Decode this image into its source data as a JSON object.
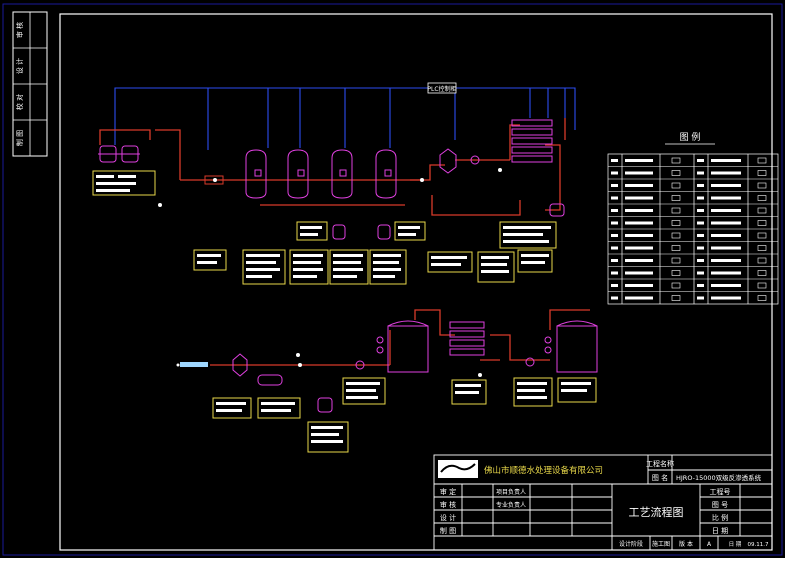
{
  "drawing": {
    "header_box_label": "PLC控制柜",
    "legend_title": "图 例",
    "title_block": {
      "company": "佛山市顺德水处理设备有限公司",
      "project_label": "工程名称",
      "drawing_label": "图 名",
      "drawing_value": "HJRO-15000双级反渗透系统",
      "drawing_title": "工艺流程图",
      "left_rows": [
        "审 定",
        "审 核",
        "设 计",
        "制 图"
      ],
      "mid_rows": [
        "项目负责人",
        "专业负责人"
      ],
      "right_rows": [
        "工程号",
        "图 号",
        "比 例",
        "日 期"
      ],
      "bottom_row": [
        "设计阶段",
        "施工图",
        "版 本",
        "A",
        "日 期",
        "09.11.7"
      ]
    },
    "side_stamp": [
      "审 核",
      "设 计",
      "校 对",
      "制 图"
    ]
  },
  "colors": {
    "background": "#000000",
    "frame": "#ffffff",
    "pipe_main": "#d83a2a",
    "pipe_control": "#2d4df0",
    "equipment": "#e040e0",
    "label_box": "#e8d84a",
    "legend_line": "#ffffff"
  }
}
